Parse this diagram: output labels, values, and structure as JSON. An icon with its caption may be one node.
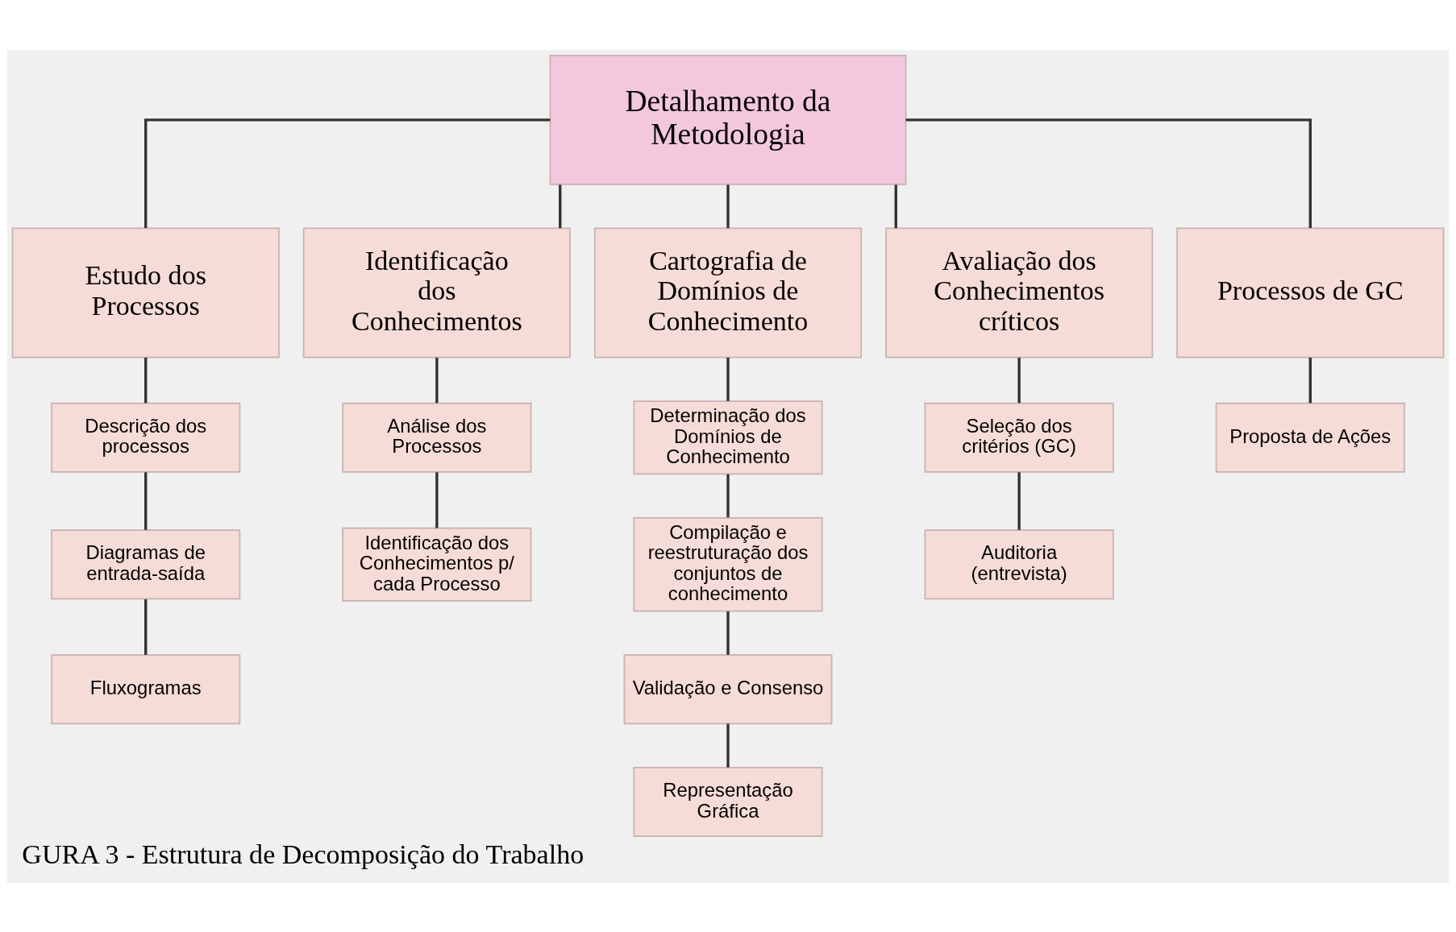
{
  "diagram": {
    "caption": "GURA 3 - Estrutura de Decomposição do Trabalho",
    "nodes": [
      {
        "text": [
          "Detalhamento da Metodologia"
        ]
      },
      {
        "text": [
          "Estudo dos Processos"
        ]
      },
      {
        "text": [
          "Identificação dos Conhecimentos"
        ]
      },
      {
        "text": [
          "Cartografia de Domínios de Conhecimento"
        ]
      },
      {
        "text": [
          "Avaliação dos Conhecimentos críticos"
        ]
      },
      {
        "text": [
          "Processos de GC"
        ]
      },
      {
        "text": [
          "Descrição dos processos"
        ]
      },
      {
        "text": [
          "Diagramas de entrada-saída"
        ]
      },
      {
        "text": [
          "Fluxogramas"
        ]
      },
      {
        "text": [
          "Análise dos Processos"
        ]
      },
      {
        "text": [
          "Identificação dos Conhecimentos p/ cada Processo"
        ]
      },
      {
        "text": [
          "Determinação dos Domínios de Conhecimento"
        ]
      },
      {
        "text": [
          "Compilação e reestruturação dos conjuntos de conhecimento"
        ]
      },
      {
        "text": [
          "Validação e Consenso"
        ]
      },
      {
        "text": [
          "Representação Gráfica"
        ]
      },
      {
        "text": [
          "Seleção dos critérios (GC)"
        ]
      },
      {
        "text": [
          "Auditoria (entrevista)"
        ]
      },
      {
        "text": [
          "Proposta de Ações"
        ]
      }
    ],
    "edges": [
      {
        "from": 0,
        "to": 1,
        "arrow": "none"
      },
      {
        "from": 0,
        "to": 2,
        "arrow": "none"
      },
      {
        "from": 0,
        "to": 3,
        "arrow": "none"
      },
      {
        "from": 0,
        "to": 4,
        "arrow": "none"
      },
      {
        "from": 0,
        "to": 5,
        "arrow": "none"
      },
      {
        "from": 1,
        "to": 6,
        "arrow": "none"
      },
      {
        "from": 6,
        "to": 7,
        "arrow": "none"
      },
      {
        "from": 7,
        "to": 8,
        "arrow": "none"
      },
      {
        "from": 2,
        "to": 9,
        "arrow": "none"
      },
      {
        "from": 9,
        "to": 10,
        "arrow": "none"
      },
      {
        "from": 3,
        "to": 11,
        "arrow": "none"
      },
      {
        "from": 11,
        "to": 12,
        "arrow": "none"
      },
      {
        "from": 12,
        "to": 13,
        "arrow": "none"
      },
      {
        "from": 13,
        "to": 14,
        "arrow": "none"
      },
      {
        "from": 4,
        "to": 15,
        "arrow": "none"
      },
      {
        "from": 15,
        "to": 16,
        "arrow": "none"
      },
      {
        "from": 5,
        "to": 17,
        "arrow": "none"
      }
    ]
  }
}
